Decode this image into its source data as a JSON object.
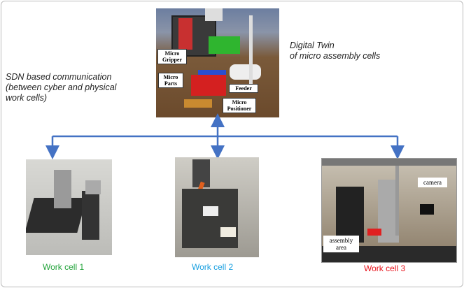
{
  "digital_twin": {
    "title_line1": "Digital Twin",
    "title_line2": "of micro assembly cells",
    "labels": {
      "gripper": "Micro Gripper",
      "parts": "Micro Parts",
      "feeder": "Feeder",
      "positioner": "Micro Positioner"
    }
  },
  "sdn": {
    "line1": "SDN based  communication",
    "line2": "(between cyber and physical",
    "line3": "work cells)"
  },
  "cells": [
    {
      "label": "Work cell 1",
      "color": "#22a33a"
    },
    {
      "label": "Work cell 2",
      "color": "#1aa0e0"
    },
    {
      "label": "Work cell 3",
      "color": "#e8121b",
      "annotations": {
        "camera": "camera",
        "assembly": "assembly area"
      }
    }
  ],
  "connector_color": "#4472c4"
}
